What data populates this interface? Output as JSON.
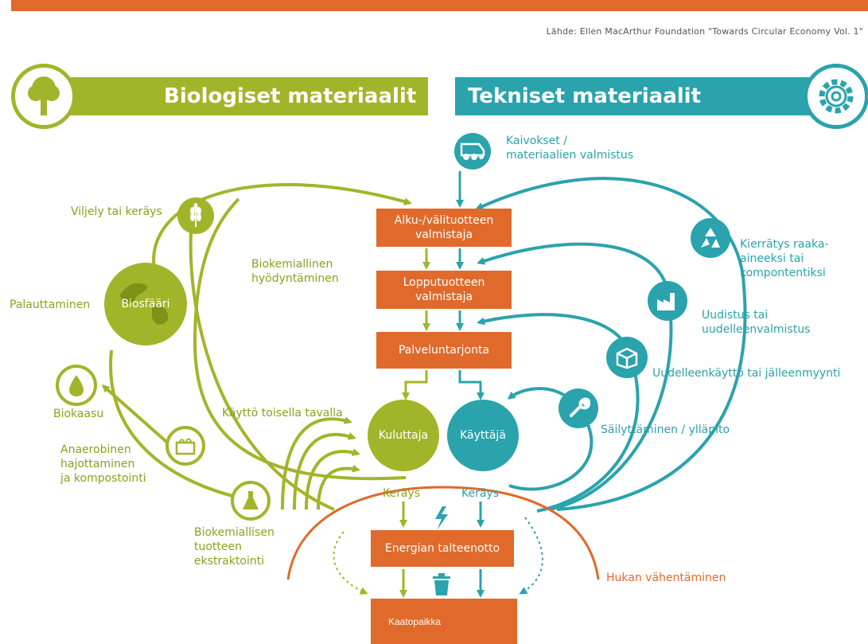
{
  "source": "Lähde: Ellen MacArthur Foundation \"Towards Circular Economy Vol. 1\"",
  "banners": {
    "biological": "Biologiset materiaalit",
    "technical": "Tekniset materiaalit"
  },
  "boxes": {
    "raw_manufacturer": [
      "Alku-/välituotteen",
      "valmistaja"
    ],
    "product_manufacturer": [
      "Lopputuotteen",
      "valmistaja"
    ],
    "service_provider": "Palveluntarjonta",
    "energy_recovery": "Energian talteenotto",
    "landfill": "Kaatopaikka"
  },
  "nodes": {
    "biosphere": "Biosfääri",
    "consumer": "Kuluttaja",
    "user": "Käyttäjä"
  },
  "labels": {
    "mining": [
      "Kaivokset /",
      "materiaalien valmistus"
    ],
    "farming": "Viljely tai keräys",
    "biochemical": [
      "Biokemiallinen",
      "hyödyntäminen"
    ],
    "restoration": "Palauttaminen",
    "biogas": "Biokaasu",
    "anaerobic": [
      "Anaerobinen",
      "hajottaminen",
      "ja kompostointi"
    ],
    "cascades": "Käyttö toisella tavalla",
    "extraction": [
      "Biokemiallisen",
      "tuotteen",
      "ekstraktointi"
    ],
    "recycling": [
      "Kierrätys raaka-",
      "aineeksi tai",
      "kompontentiksi"
    ],
    "refurbish": [
      "Uudistus tai",
      "uudelleenvalmistus"
    ],
    "reuse": "Uudelleenkäyttö tai jälleenmyynti",
    "maintenance": "Säilyttäminen / ylläpito",
    "collection_left": "Keräys",
    "collection_right": "Keräys",
    "leakage": "Hukan vähentäminen"
  },
  "colors": {
    "bio": "#a2b52a",
    "tech": "#2aa3ad",
    "orange": "#e06a2b"
  },
  "icons": {
    "tree": "tree-icon",
    "gear": "gear-icon",
    "truck": "mining-truck-icon",
    "wheat": "wheat-icon",
    "recycle": "recycle-icon",
    "factory": "factory-icon",
    "box": "box-icon",
    "wrench": "wrench-icon",
    "drop": "biogas-drop-icon",
    "compost": "compost-icon",
    "flask": "flask-icon",
    "lightning": "lightning-icon",
    "trash": "trash-icon"
  }
}
